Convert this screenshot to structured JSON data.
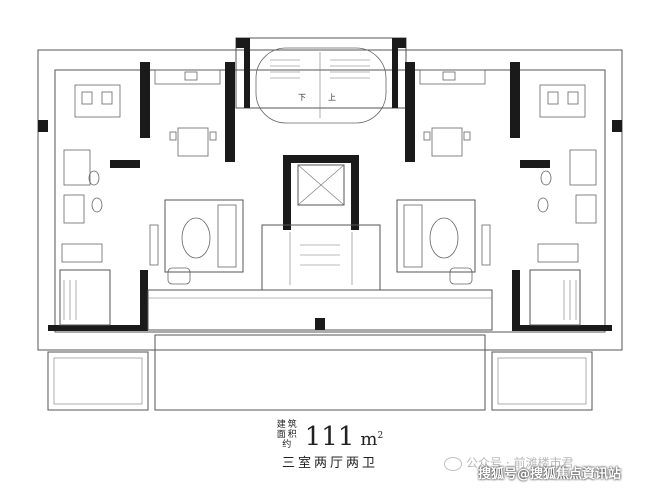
{
  "plan": {
    "stair_labels": {
      "down": "下",
      "up": "上"
    }
  },
  "area": {
    "label": "建筑面积约",
    "value": "111",
    "unit": "m",
    "unit_sup": "2"
  },
  "layout_desc": "三室两厅两卫",
  "watermarks": {
    "account": "公众号 · 前滩楼市君",
    "site": "搜狐号@搜狐焦点資讯站"
  }
}
